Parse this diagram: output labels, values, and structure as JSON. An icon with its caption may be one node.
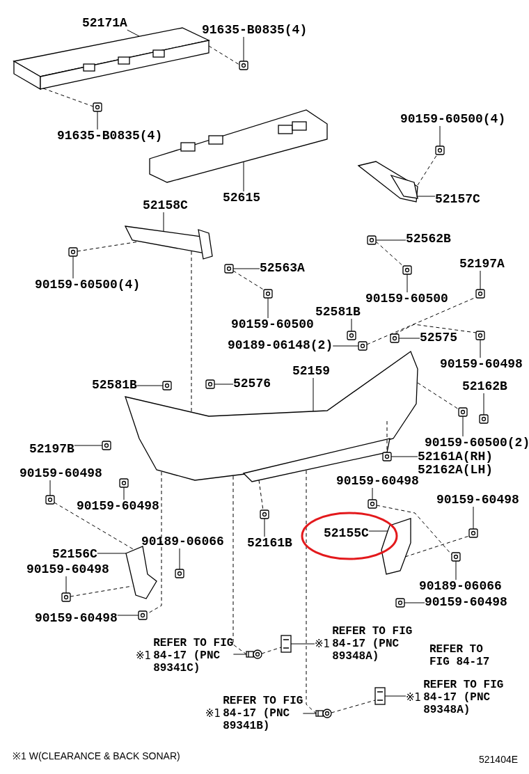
{
  "diagram": {
    "nodes": [
      {
        "text": [
          "52171A"
        ]
      },
      {
        "text": [
          "91635-B0835(4)"
        ]
      },
      {
        "text": [
          "91635-B0835(4)"
        ]
      },
      {
        "text": [
          "52615"
        ]
      },
      {
        "text": [
          "90159-60500(4)"
        ]
      },
      {
        "text": [
          "52157C"
        ]
      },
      {
        "text": [
          "52158C"
        ]
      },
      {
        "text": [
          "90159-60500(4)"
        ]
      },
      {
        "text": [
          "52562B"
        ]
      },
      {
        "text": [
          "52563A"
        ]
      },
      {
        "text": [
          "52197A"
        ]
      },
      {
        "text": [
          "90159-60500"
        ]
      },
      {
        "text": [
          "90159-60500"
        ]
      },
      {
        "text": [
          "52581B"
        ]
      },
      {
        "text": [
          "90189-06148(2)"
        ]
      },
      {
        "text": [
          "52575"
        ]
      },
      {
        "text": [
          "90159-60498"
        ]
      },
      {
        "text": [
          "52159"
        ]
      },
      {
        "text": [
          "52581B"
        ]
      },
      {
        "text": [
          "52576"
        ]
      },
      {
        "text": [
          "52162B"
        ]
      },
      {
        "text": [
          "52197B"
        ]
      },
      {
        "text": [
          "90159-60500(2)"
        ]
      },
      {
        "text": [
          "52161A(RH) 52162A(LH)"
        ]
      },
      {
        "text": [
          "90159-60498"
        ]
      },
      {
        "text": [
          "90159-60498"
        ]
      },
      {
        "text": [
          "90159-60498"
        ]
      },
      {
        "text": [
          "90159-60498"
        ]
      },
      {
        "text": [
          "52155C"
        ]
      },
      {
        "text": [
          "52161B"
        ]
      },
      {
        "text": [
          "90189-06066"
        ]
      },
      {
        "text": [
          "52156C"
        ]
      },
      {
        "text": [
          "90159-60498"
        ]
      },
      {
        "text": [
          "90189-06066"
        ]
      },
      {
        "text": [
          "90159-60498"
        ]
      },
      {
        "text": [
          "90159-60498"
        ]
      },
      {
        "text": [
          "※1",
          "REFER TO FIG 84-17 (PNC 89341C)"
        ]
      },
      {
        "text": [
          "※1",
          "REFER TO FIG 84-17 (PNC 89348A)"
        ]
      },
      {
        "text": [
          "※1",
          "REFER TO FIG 84-17 (PNC 89341B)"
        ]
      },
      {
        "text": [
          "※1",
          "REFER TO FIG 84-17 (PNC 89348A)"
        ]
      },
      {
        "text": [],
        "shape": "picture"
      },
      {
        "text": [],
        "shape": "picture"
      },
      {
        "text": [],
        "shape": "picture"
      },
      {
        "text": [],
        "shape": "picture"
      },
      {
        "text": [],
        "shape": "picture"
      },
      {
        "text": [],
        "shape": "picture"
      },
      {
        "text": [],
        "shape": "picture"
      },
      {
        "text": [],
        "shape": "picture"
      },
      {
        "text": [],
        "shape": "picture"
      },
      {
        "text": [],
        "shape": "picture"
      },
      {
        "text": [],
        "shape": "picture"
      },
      {
        "text": [],
        "shape": "picture"
      },
      {
        "text": [],
        "shape": "picture"
      },
      {
        "text": [],
        "shape": "picture"
      },
      {
        "text": [],
        "shape": "picture"
      },
      {
        "text": [],
        "shape": "picture"
      },
      {
        "text": [],
        "shape": "picture"
      },
      {
        "text": [],
        "shape": "picture"
      },
      {
        "text": [],
        "shape": "picture"
      },
      {
        "text": [],
        "shape": "picture"
      },
      {
        "text": [],
        "shape": "picture"
      },
      {
        "text": [],
        "shape": "picture"
      },
      {
        "text": [],
        "shape": "picture"
      },
      {
        "text": [],
        "shape": "picture"
      },
      {
        "text": [],
        "shape": "picture"
      },
      {
        "text": [],
        "shape": "picture"
      },
      {
        "text": [],
        "shape": "picture"
      },
      {
        "text": [],
        "shape": "picture"
      },
      {
        "text": [],
        "shape": "picture"
      },
      {
        "text": [],
        "shape": "picture"
      },
      {
        "text": [],
        "shape": "picture"
      },
      {
        "text": [],
        "shape": "picture"
      },
      {
        "text": [],
        "shape": "picture"
      },
      {
        "text": [],
        "shape": "picture"
      },
      {
        "text": [],
        "shape": "picture"
      },
      {
        "text": [],
        "shape": "picture"
      },
      {
        "text": [],
        "shape": "picture"
      },
      {
        "text": [],
        "shape": "picture"
      },
      {
        "text": [],
        "shape": "picture"
      },
      {
        "text": [],
        "shape": "picture"
      }
    ],
    "edges": [
      {
        "from": 0,
        "to": 40,
        "arrow": "none"
      },
      {
        "from": 1,
        "to": 41,
        "arrow": "none"
      },
      {
        "from": 2,
        "to": 42,
        "arrow": "none"
      },
      {
        "from": 3,
        "to": 43,
        "arrow": "none"
      },
      {
        "from": 4,
        "to": 44,
        "arrow": "none"
      },
      {
        "from": 5,
        "to": 45,
        "arrow": "none"
      },
      {
        "from": 6,
        "to": 46,
        "arrow": "none"
      },
      {
        "from": 7,
        "to": 47,
        "arrow": "none"
      },
      {
        "from": 8,
        "to": 48,
        "arrow": "none"
      },
      {
        "from": 9,
        "to": 49,
        "arrow": "none"
      },
      {
        "from": 10,
        "to": 50,
        "arrow": "none"
      },
      {
        "from": 11,
        "to": 51,
        "arrow": "none"
      },
      {
        "from": 12,
        "to": 52,
        "arrow": "none"
      },
      {
        "from": 13,
        "to": 53,
        "arrow": "none"
      },
      {
        "from": 14,
        "to": 54,
        "arrow": "none"
      },
      {
        "from": 15,
        "to": 55,
        "arrow": "none"
      },
      {
        "from": 16,
        "to": 56,
        "arrow": "none"
      },
      {
        "from": 17,
        "to": 57,
        "arrow": "none"
      },
      {
        "from": 18,
        "to": 58,
        "arrow": "none"
      },
      {
        "from": 19,
        "to": 59,
        "arrow": "none"
      },
      {
        "from": 20,
        "to": 60,
        "arrow": "none"
      },
      {
        "from": 21,
        "to": 61,
        "arrow": "none"
      },
      {
        "from": 22,
        "to": 62,
        "arrow": "none"
      },
      {
        "from": 23,
        "to": 63,
        "arrow": "none"
      },
      {
        "from": 24,
        "to": 64,
        "arrow": "none"
      },
      {
        "from": 25,
        "to": 65,
        "arrow": "none"
      },
      {
        "from": 26,
        "to": 66,
        "arrow": "none"
      },
      {
        "from": 27,
        "to": 67,
        "arrow": "none"
      },
      {
        "from": 28,
        "to": 68,
        "arrow": "none"
      },
      {
        "from": 29,
        "to": 69,
        "arrow": "none"
      },
      {
        "from": 30,
        "to": 70,
        "arrow": "none"
      },
      {
        "from": 31,
        "to": 71,
        "arrow": "none"
      },
      {
        "from": 32,
        "to": 72,
        "arrow": "none"
      },
      {
        "from": 33,
        "to": 73,
        "arrow": "none"
      },
      {
        "from": 34,
        "to": 74,
        "arrow": "none"
      },
      {
        "from": 35,
        "to": 75,
        "arrow": "none"
      },
      {
        "from": 36,
        "to": 76,
        "arrow": "none"
      },
      {
        "from": 37,
        "to": 77,
        "arrow": "none"
      },
      {
        "from": 38,
        "to": 78,
        "arrow": "none"
      },
      {
        "from": 39,
        "to": 79,
        "arrow": "none"
      },
      {
        "from": 57,
        "to": 78,
        "arrow": "none",
        "style": "dashed"
      },
      {
        "from": 57,
        "to": 76,
        "arrow": "none",
        "style": "dashed"
      },
      {
        "from": 76,
        "to": 77,
        "arrow": "none",
        "style": "dashed"
      },
      {
        "from": 78,
        "to": 79,
        "arrow": "none",
        "style": "dashed"
      },
      {
        "from": 57,
        "to": 75,
        "arrow": "none",
        "style": "dashed"
      },
      {
        "from": 66,
        "to": 73,
        "arrow": "none",
        "style": "dashed"
      },
      {
        "from": 68,
        "to": 67,
        "arrow": "none",
        "style": "dashed"
      },
      {
        "from": 71,
        "to": 72,
        "arrow": "none",
        "style": "dashed"
      },
      {
        "from": 46,
        "to": 47,
        "arrow": "none",
        "style": "dashed"
      },
      {
        "from": 57,
        "to": 62,
        "arrow": "none",
        "style": "dashed"
      },
      {
        "from": 45,
        "to": 44,
        "arrow": "none",
        "style": "dashed"
      },
      {
        "from": 55,
        "to": 56,
        "arrow": "none",
        "style": "dashed"
      },
      {
        "from": 54,
        "to": 50,
        "arrow": "none",
        "style": "dashed"
      },
      {
        "from": 48,
        "to": 51,
        "arrow": "none",
        "style": "dashed"
      },
      {
        "from": 49,
        "to": 52,
        "arrow": "none",
        "style": "dashed"
      },
      {
        "from": 46,
        "to": 57,
        "arrow": "none",
        "style": "dashed"
      },
      {
        "from": 57,
        "to": 63,
        "arrow": "none",
        "style": "dashed"
      },
      {
        "from": 64,
        "to": 71,
        "arrow": "none",
        "style": "dashed"
      },
      {
        "from": 40,
        "to": 42,
        "arrow": "none",
        "style": "dashed"
      },
      {
        "from": 40,
        "to": 41,
        "arrow": "none",
        "style": "dashed"
      },
      {
        "from": 57,
        "to": 69,
        "arrow": "none",
        "style": "dashed"
      }
    ],
    "labels": [
      "REFER TO FIG 84-17",
      "※1 W(CLEARANCE & BACK SONAR)",
      "521404E"
    ]
  }
}
